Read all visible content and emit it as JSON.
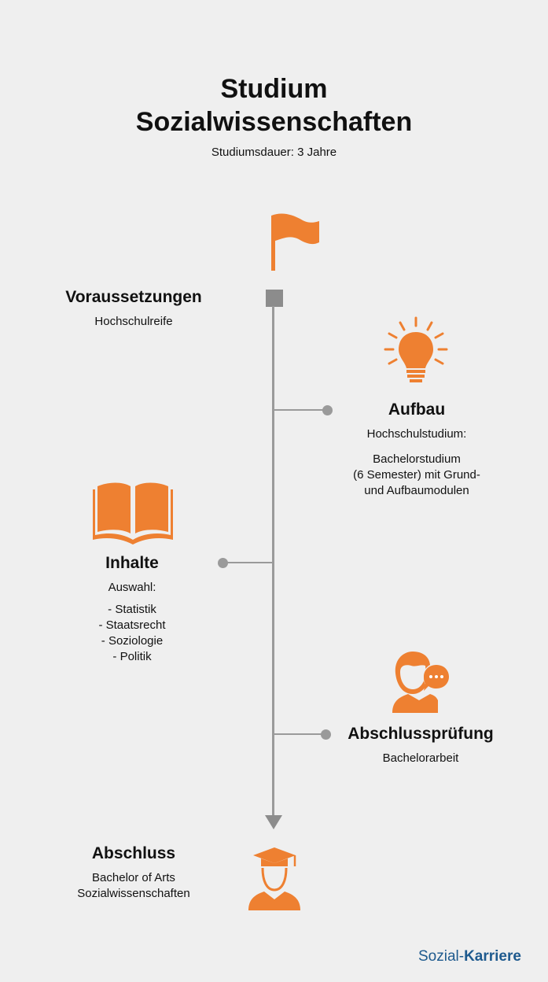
{
  "header": {
    "title_line1": "Studium",
    "title_line2": "Sozialwissenschaften",
    "subtitle": "Studiumsdauer: 3 Jahre"
  },
  "colors": {
    "accent": "#ee8031",
    "timeline": "#9a9a9a",
    "background": "#efefef",
    "logo": "#1e5a8e"
  },
  "steps": [
    {
      "heading": "Voraussetzungen",
      "lines": [
        "Hochschulreife"
      ],
      "icon": "flag-icon"
    },
    {
      "heading": "Aufbau",
      "lines": [
        "Hochschulstudium:",
        "Bachelorstudium",
        "(6 Semester) mit Grund-",
        "und Aufbaumodulen"
      ],
      "icon": "lightbulb-icon"
    },
    {
      "heading": "Inhalte",
      "lines": [
        "Auswahl:",
        "- Statistik",
        "- Staatsrecht",
        "- Soziologie",
        "- Politik"
      ],
      "icon": "book-icon"
    },
    {
      "heading": "Abschlussprüfung",
      "lines": [
        "Bachelorarbeit"
      ],
      "icon": "person-speech-icon"
    },
    {
      "heading": "Abschluss",
      "lines": [
        "Bachelor of Arts",
        "Sozialwissenschaften"
      ],
      "icon": "graduate-icon"
    }
  ],
  "logo": {
    "part1": "Sozial-",
    "part2": "Karriere"
  }
}
